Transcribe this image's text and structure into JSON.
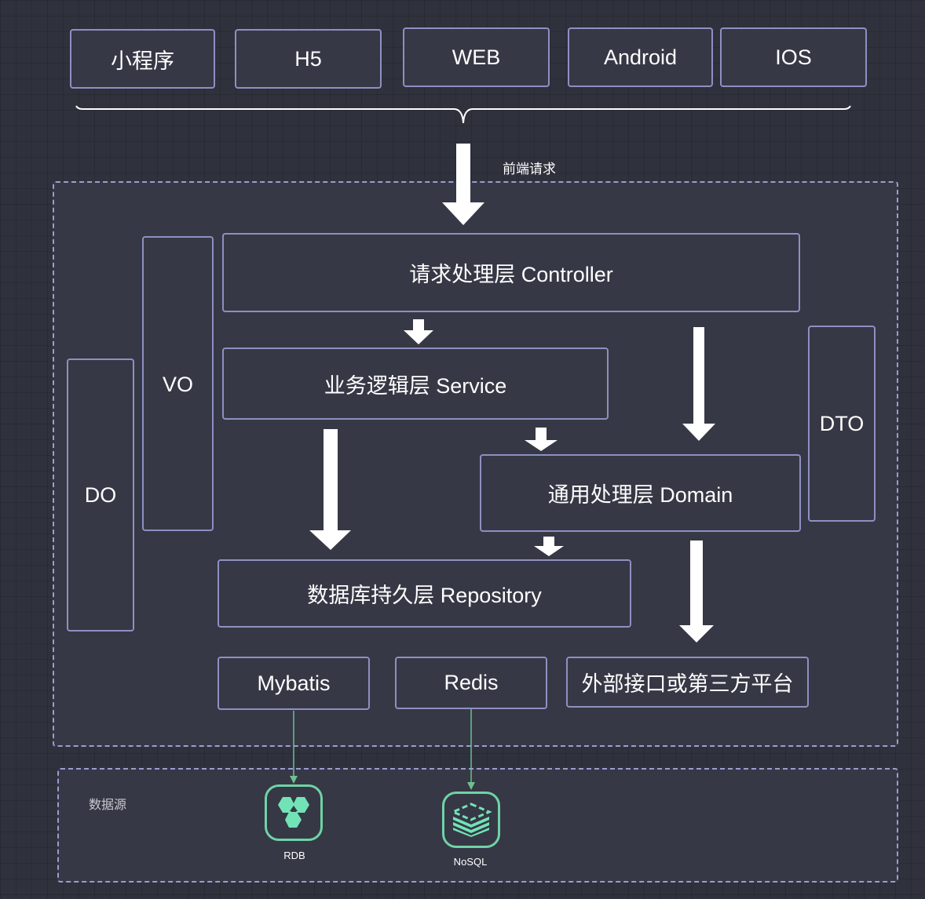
{
  "clients": [
    "小程序",
    "H5",
    "WEB",
    "Android",
    "IOS"
  ],
  "request_label": "前端请求",
  "layers": {
    "controller": "请求处理层 Controller",
    "service": "业务逻辑层 Service",
    "domain": "通用处理层 Domain",
    "repository": "数据库持久层 Repository"
  },
  "objects": {
    "do": "DO",
    "vo": "VO",
    "dto": "DTO"
  },
  "infra": {
    "mybatis": "Mybatis",
    "redis": "Redis",
    "external": "外部接口或第三方平台"
  },
  "datasource": {
    "title": "数据源",
    "rdb": {
      "label": "RDB",
      "icon": "hexagon-cluster-icon"
    },
    "nosql": {
      "label": "NoSQL",
      "icon": "stacked-layers-icon"
    }
  },
  "colors": {
    "background": "#2f313c",
    "box_border": "#8e90c2",
    "accent_green": "#6fd3a6",
    "arrow": "#ffffff"
  }
}
